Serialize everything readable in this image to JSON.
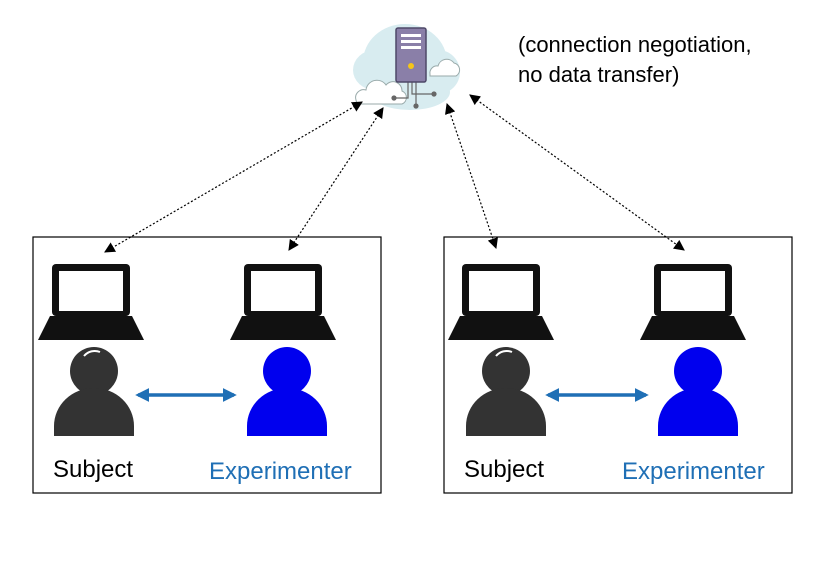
{
  "server": {
    "note_line1": "(connection negotiation,",
    "note_line2": "no data transfer)"
  },
  "groups": [
    {
      "subject_label": "Subject",
      "experimenter_label": "Experimenter"
    },
    {
      "subject_label": "Subject",
      "experimenter_label": "Experimenter"
    }
  ],
  "colors": {
    "subject": "#333333",
    "experimenter": "#0000ee",
    "link_arrow": "#1f6fb5",
    "experimenter_label": "#1f6fb5",
    "cloud_fill": "#d8ecf0",
    "server_body": "#8a7fa8"
  },
  "icons": [
    "cloud-icon",
    "server-icon",
    "laptop-icon",
    "person-icon"
  ]
}
